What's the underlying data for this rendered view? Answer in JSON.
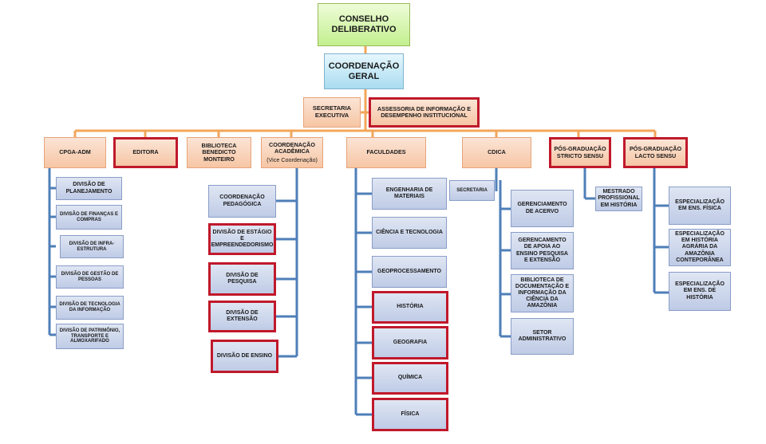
{
  "conselho": "CONSELHO DELIBERATIVO",
  "coordenacao_geral": "COORDENAÇÃO GERAL",
  "secretaria_executiva": "SECRETARIA EXECUTIVA",
  "assessoria": "ASSESSORIA  DE INFORMAÇÃO  E DESEMPENHO  INSTITUCIONAL",
  "units": {
    "cpga": "CPGA-ADM",
    "editora": "EDITORA",
    "biblioteca": "BIBLIOTECA BENEDICTO MONTEIRO",
    "coord_academica": "COORDENAÇÃO ACADÊMICA",
    "coord_academica_sub": "(Vice Coordenação)",
    "faculdades": "FACULDADES",
    "cdica": "CDICA",
    "stricto": "PÓS-GRADUAÇÃO STRICTO SENSU",
    "lacto": "PÓS-GRADUAÇÃO LACTO SENSU"
  },
  "cpga_items": [
    "DIVISÃO DE PLANEJAMENTO",
    "DIVISÃO DE FINANÇAS E COMPRAS",
    "DIVISÃO DE INFRA-ESTRUTURA",
    "DIVISÃO DE GESTÃO DE PESSOAS",
    "DIVISÃO DE TECNOLOGIA DA INFORMAÇÃO",
    "DIVISÃO DE PATRIMÔNIO, TRANSPORTE E ALMOXARIFADO"
  ],
  "academica_items": [
    "COORDENAÇÃO PEDAGÓGICA",
    "DIVISÃO DE ESTÁGIO E EMPREENDEDORISMO",
    "DIVISÃO DE PESQUISA",
    "DIVISÃO DE EXTENSÃO",
    "DIVISÃO DE ENSINO"
  ],
  "faculdades_items": [
    "ENGENHARIA DE MATERIAIS",
    "CIÊNCIA  E TECNOLOGIA",
    "GEOPROCESSAMENTO",
    "HISTÓRIA",
    "GEOGRAFIA",
    "QUÍMICA",
    "FÍSICA"
  ],
  "cdica_secretaria": "SECRETARIA",
  "cdica_items": [
    "GERENCIAMENTO DE ACERVO",
    "GERENCAMENTO DE APOIA AO ENSINO PESQUISA E EXTENSÃO",
    "BIBLIOTECA  DE DOCUMENTAÇÃO  E INFORMAÇÃO DA CIÊNCIA DA AMAZÔNIA",
    "SETOR ADMINISTRATIVO"
  ],
  "stricto_items": [
    "MESTRADO PROFISSIONAL EM HISTÓRIA"
  ],
  "lacto_items": [
    "ESPECIALIZAÇÃO EM ENS. FÍSICA",
    "ESPECIALIZAÇÃO EM HISTÓRIA AGRÁRIA DA AMAZÔNIA CONTEPORÂNEA",
    "ESPECIALIZAÇÃO EM ENS. DE HISTÓRIA"
  ]
}
